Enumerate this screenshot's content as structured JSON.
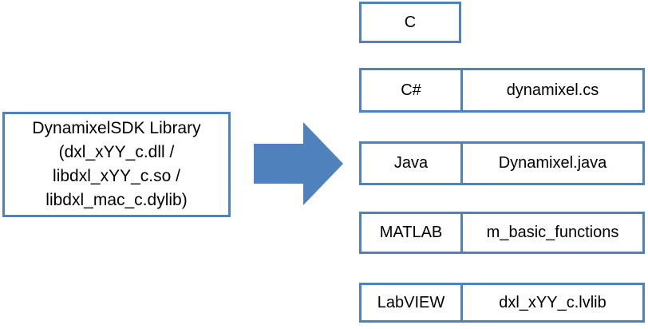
{
  "colors": {
    "accent": "#4f81bd",
    "text": "#000000",
    "background": "#ffffff"
  },
  "library_box": {
    "lines": [
      "DynamixelSDK Library",
      "(dxl_xYY_c.dll /",
      "libdxl_xYY_c.so /",
      "libdxl_mac_c.dylib)"
    ]
  },
  "arrow": {
    "icon": "right-arrow"
  },
  "bindings": [
    {
      "language": "C"
    },
    {
      "language": "C#",
      "file": "dynamixel.cs"
    },
    {
      "language": "Java",
      "file": "Dynamixel.java"
    },
    {
      "language": "MATLAB",
      "file": "m_basic_functions"
    },
    {
      "language": "LabVIEW",
      "file": "dxl_xYY_c.lvlib"
    }
  ]
}
